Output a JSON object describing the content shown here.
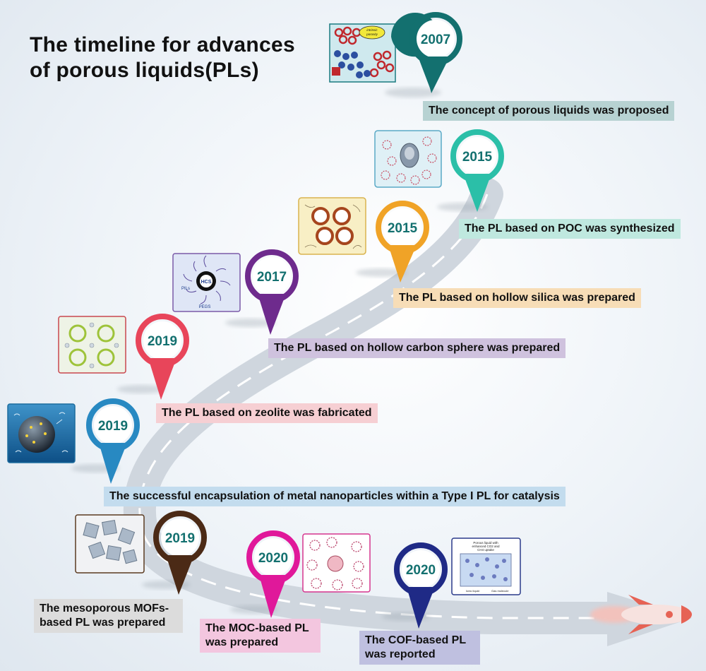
{
  "title": {
    "line1": "The timeline for advances",
    "line2": "of porous liquids(PLs)"
  },
  "milestones": [
    {
      "year": "2007",
      "label": "The concept of porous liquids was proposed",
      "color": "#13706f",
      "label_bg": "#b7d2d2",
      "icon": "porous-liquid-concept-icon",
      "icon_labels": [
        "intrinsic",
        "porosity"
      ]
    },
    {
      "year": "2015",
      "label": "The PL based on POC was synthesized",
      "color": "#2bbfa8",
      "label_bg": "#bfe8df",
      "icon": "porous-organic-cage-icon"
    },
    {
      "year": "2015",
      "label": "The PL based on hollow silica was prepared",
      "color": "#f0a327",
      "label_bg": "#f7ddb7",
      "icon": "hollow-silica-icon"
    },
    {
      "year": "2017",
      "label": "The PL based on hollow carbon sphere was prepared",
      "color": "#6e2b8d",
      "label_bg": "#cfc2de",
      "icon": "hollow-carbon-sphere-icon",
      "icon_labels": [
        "HCS",
        "PILs",
        "PEGS"
      ]
    },
    {
      "year": "2019",
      "label": "The PL based on zeolite  was fabricated",
      "color": "#e8455a",
      "label_bg": "#f6cfd3",
      "icon": "zeolite-icon"
    },
    {
      "year": "2019",
      "label": "The successful encapsulation of metal nanoparticles within a Type I PL for catalysis",
      "color": "#2889c2",
      "label_bg": "#c3dcee",
      "icon": "metal-nanoparticle-icon"
    },
    {
      "year": "2019",
      "label_line1": "The mesoporous MOFs-",
      "label_line2": "based PL was prepared",
      "color": "#4b2a16",
      "label_bg": "#dcdcdc",
      "icon": "mof-crystals-icon"
    },
    {
      "year": "2020",
      "label_line1": "The MOC-based PL",
      "label_line2": "was prepared",
      "color": "#e0189a",
      "label_bg": "#f3c6df",
      "icon": "metal-organic-cage-icon"
    },
    {
      "year": "2020",
      "label_line1": "The COF-based PL",
      "label_line2": "was reported",
      "color": "#1f2a86",
      "label_bg": "#bfc0e0",
      "icon": "cof-porous-liquid-icon",
      "icon_labels": [
        "Porous liquid with",
        "enhanced CO2 and",
        "CH4 uptake",
        "Ionic liquid",
        "Gas molecule"
      ]
    }
  ]
}
